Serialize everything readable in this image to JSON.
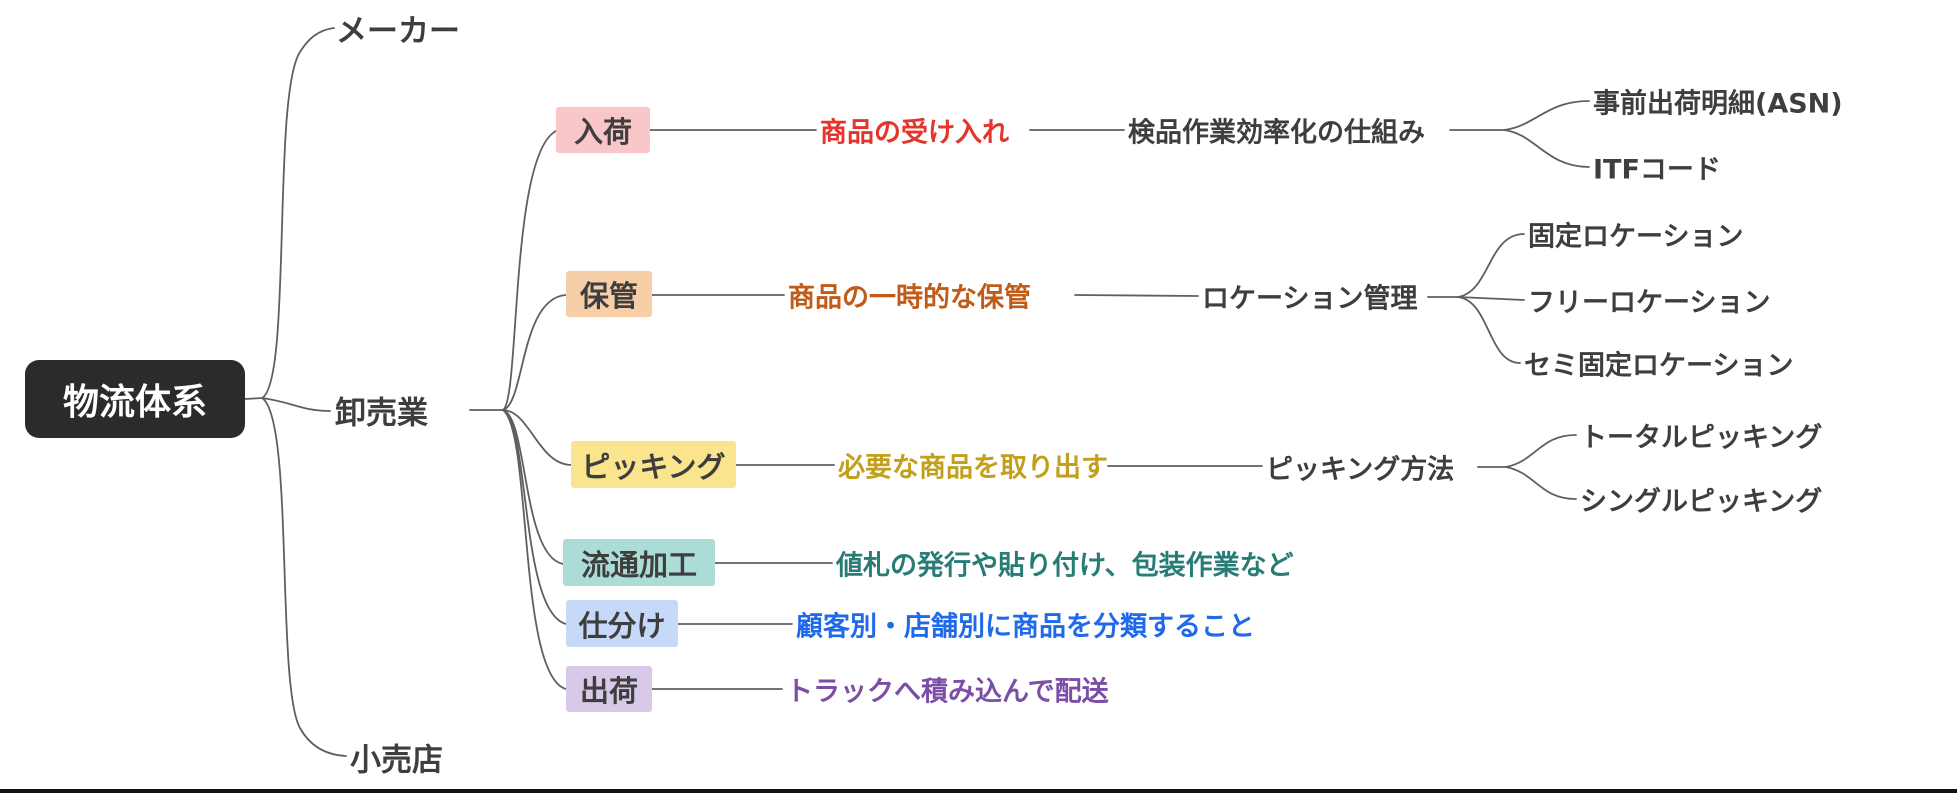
{
  "title": "物流体系マインドマップ",
  "colors": {
    "root_bg": "#2b2b2b",
    "root_text": "#ffffff",
    "line": "#5f5f5f",
    "node_text": "#3e3e3e",
    "bottom_rule": "#111111"
  },
  "nodes": {
    "root": "物流体系",
    "maker": "メーカー",
    "wholesale": "卸売業",
    "retail": "小売店"
  },
  "processes": [
    {
      "box": "入荷",
      "box_bg": "#f9c7c9",
      "desc": "商品の受け入れ",
      "desc_color": "#e5342b",
      "sub": "検品作業効率化の仕組み",
      "leaves": [
        "事前出荷明細(ASN)",
        "ITFコード"
      ]
    },
    {
      "box": "保管",
      "box_bg": "#f6cfa9",
      "desc": "商品の一時的な保管",
      "desc_color": "#c05c17",
      "sub": "ロケーション管理",
      "leaves": [
        "固定ロケーション",
        "フリーロケーション",
        "セミ固定ロケーション"
      ]
    },
    {
      "box": "ピッキング",
      "box_bg": "#fbe48e",
      "desc": "必要な商品を取り出す",
      "desc_color": "#c2a01c",
      "sub": "ピッキング方法",
      "leaves": [
        "トータルピッキング",
        "シングルピッキング"
      ]
    },
    {
      "box": "流通加工",
      "box_bg": "#abdcd6",
      "desc": "値札の発行や貼り付け、包装作業など",
      "desc_color": "#277d76"
    },
    {
      "box": "仕分け",
      "box_bg": "#c7d9f9",
      "desc": "顧客別・店舗別に商品を分類すること",
      "desc_color": "#1f6aeb"
    },
    {
      "box": "出荷",
      "box_bg": "#d9c9e9",
      "desc": "トラックへ積み込んで配送",
      "desc_color": "#7c4ea5"
    }
  ]
}
